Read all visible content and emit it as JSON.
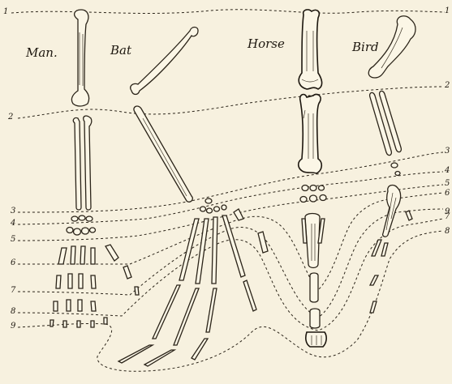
{
  "species": {
    "man": "Man.",
    "bat": "Bat",
    "horse": "Horse",
    "bird": "Bird"
  },
  "line_numbers": {
    "one": "1",
    "two": "2",
    "three": "3",
    "four": "4",
    "five": "5",
    "six": "6",
    "seven": "7",
    "eight": "8",
    "nine": "9"
  },
  "colors": {
    "paper": "#f7f1df",
    "ink": "#2b2419"
  }
}
